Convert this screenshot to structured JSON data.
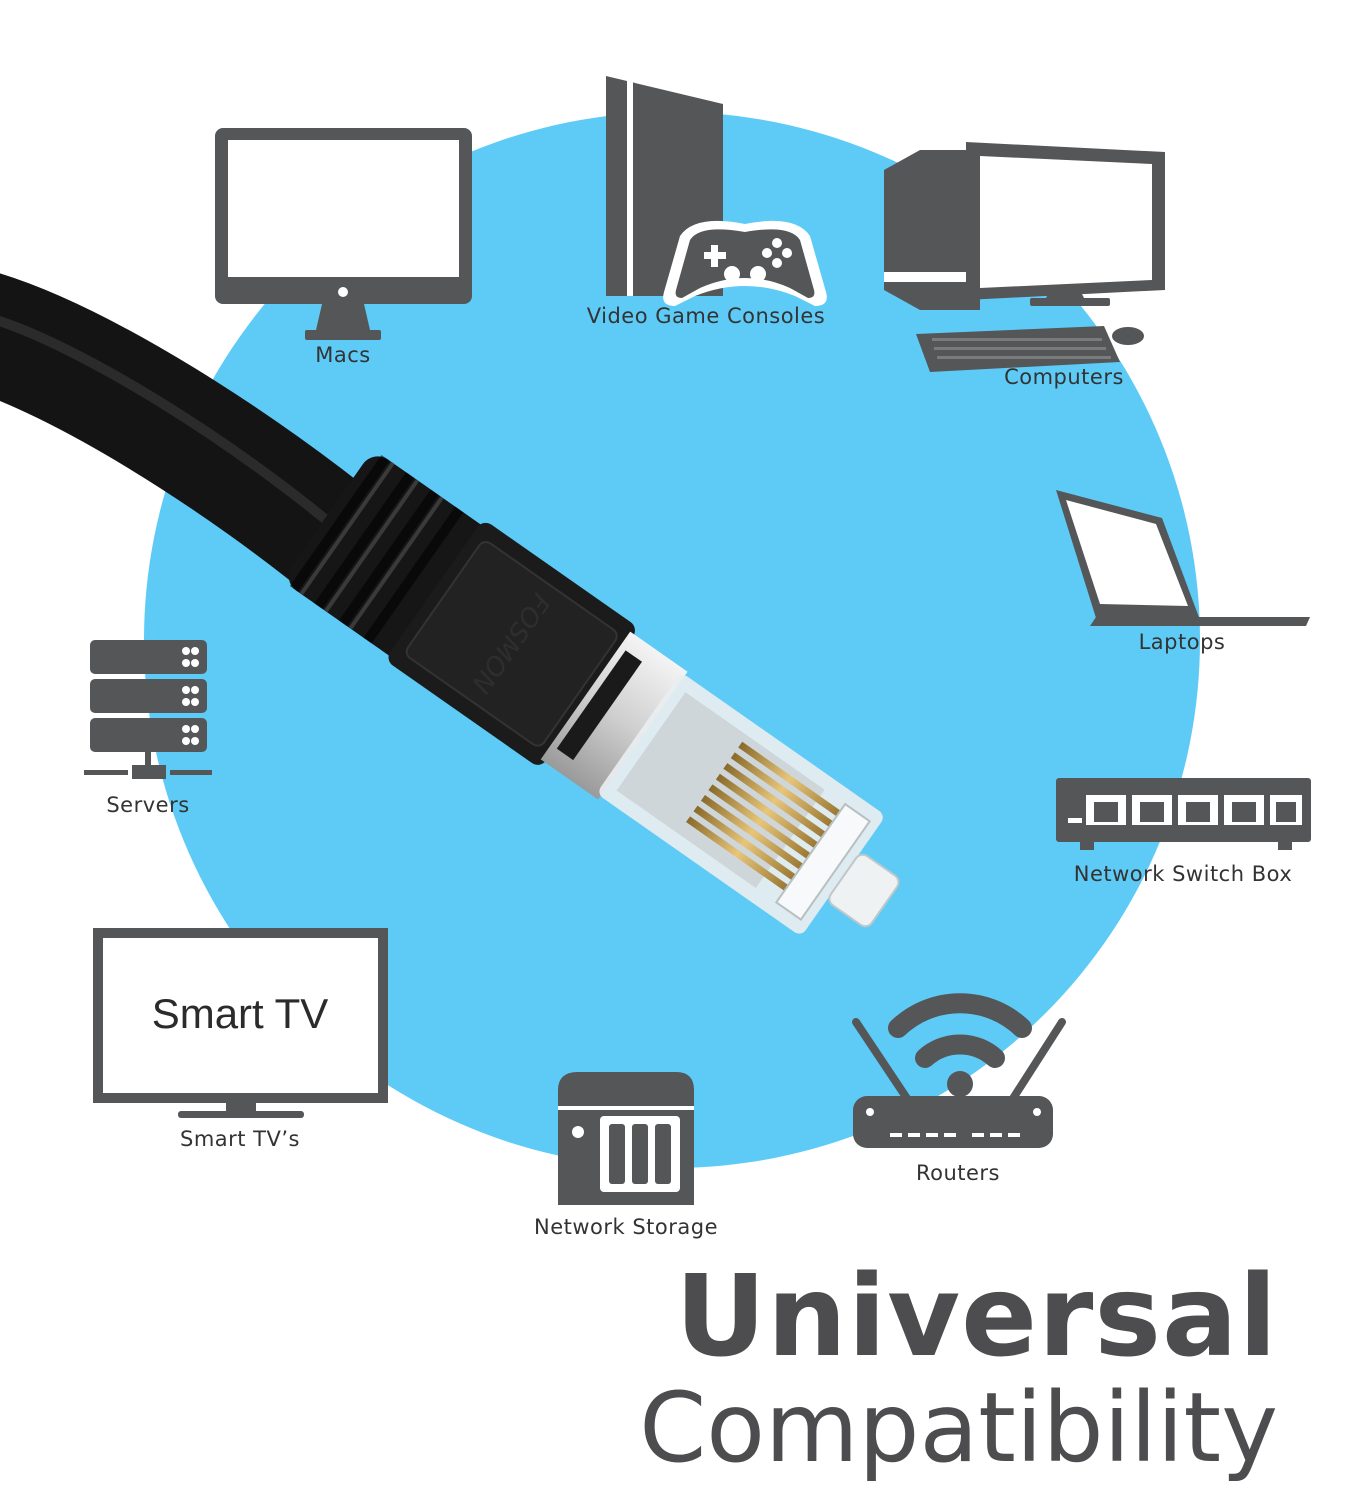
{
  "colors": {
    "circle": "#5ecbf7",
    "icon": "#555658",
    "cable": "#151515",
    "text": "#333333"
  },
  "devices": {
    "macs": {
      "label": "Macs",
      "icon": "imac-icon"
    },
    "consoles": {
      "label": "Video Game Consoles",
      "icon": "game-console-icon"
    },
    "computers": {
      "label": "Computers",
      "icon": "desktop-computer-icon"
    },
    "laptops": {
      "label": "Laptops",
      "icon": "laptop-icon"
    },
    "servers": {
      "label": "Servers",
      "icon": "server-rack-icon"
    },
    "switch": {
      "label": "Network Switch Box",
      "icon": "network-switch-icon"
    },
    "tvs": {
      "label": "Smart TV’s",
      "icon": "smart-tv-icon",
      "screen_text": "Smart TV"
    },
    "storage": {
      "label": "Network Storage",
      "icon": "nas-icon"
    },
    "routers": {
      "label": "Routers",
      "icon": "wifi-router-icon"
    }
  },
  "cable": {
    "brand": "FOSMON",
    "icon": "ethernet-cable-icon"
  },
  "headline": {
    "line1": "Universal",
    "line2": "Compatibility"
  }
}
